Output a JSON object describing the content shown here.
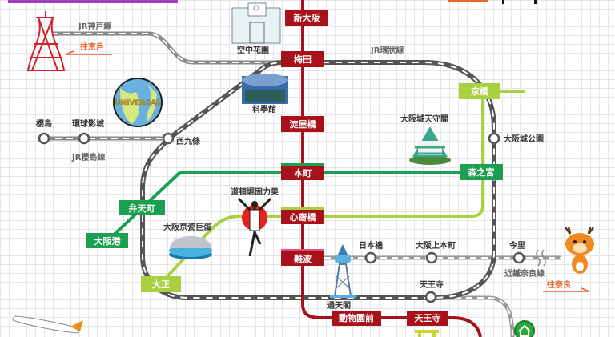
{
  "lines": {
    "jr_kobe": "JR神戸線",
    "jr_loop": "JR環狀線",
    "jr_sakurajima": "JR櫻島線",
    "kintetsu_nara": "近鐵奈良線"
  },
  "directions": {
    "to_kobe": "往京戶",
    "to_nara": "往奈良"
  },
  "midosuji_stations": [
    "新大阪",
    "梅田",
    "淀屋橋",
    "本町",
    "心齋橋",
    "難波",
    "動物園前",
    "天王寺"
  ],
  "chuo_stations": [
    "弁天町",
    "大阪港",
    "森之宮"
  ],
  "nagahori_stations": [
    "京橋",
    "大正"
  ],
  "jr_stations": {
    "sakurajima": "櫻島",
    "usj": "環球影城",
    "nishikujo": "西九條",
    "osakajokoen": "大阪城公園",
    "tennoji": "天王寺"
  },
  "kintetsu_stations": [
    "日本橋",
    "大阪上本町",
    "今里"
  ],
  "landmarks": {
    "sky_building": "空中花園",
    "science_museum": "科學館",
    "osaka_castle": "大阪城天守閣",
    "glico": "道頓堀固力果",
    "dome": "大阪京瓷巨蛋",
    "tsutenkaku": "通天閣",
    "universal_logo": "UNIVERSAL"
  },
  "colors": {
    "midosuji": "#a8101a",
    "chuo": "#1aa050",
    "nagahori": "#a8d040",
    "jr": "#555555",
    "accent": "#e8622a"
  }
}
